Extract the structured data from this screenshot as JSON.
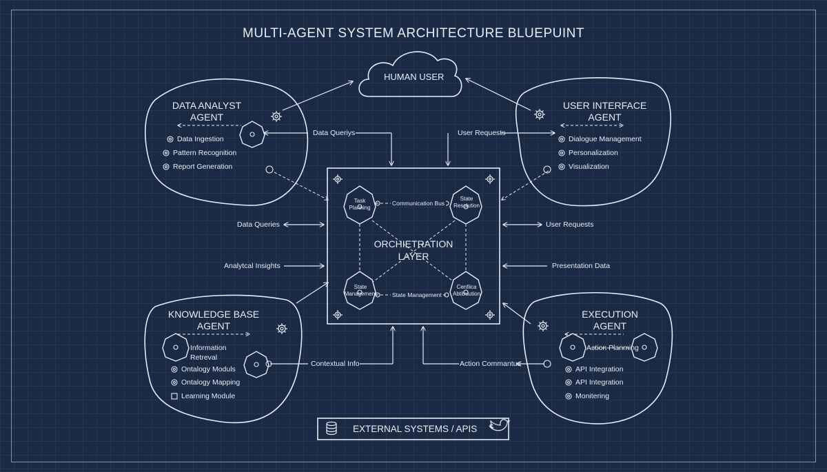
{
  "title": "MULTI-AGENT SYSTEM ARCHITECTURE BLUEPUINT",
  "human_user": "HUMAN USER",
  "orchestration": {
    "title_line1": "ORCHIETRATION",
    "title_line2": "LAYER",
    "nodes": {
      "task_planning": [
        "Task",
        "Planning"
      ],
      "state_resolution": [
        "State",
        "Resolution"
      ],
      "state_management": [
        "State",
        "Management"
      ],
      "conflict_attribution": [
        "Cenfiica",
        "Abtibuution"
      ]
    },
    "bus_top": "Communication Bus",
    "bus_bottom": "State Management"
  },
  "agents": {
    "data_analyst": {
      "title_line1": "DATA ANALYST",
      "title_line2": "AGENT",
      "items": [
        "Data Ingestion",
        "Pattern Recognition",
        "Report Generation"
      ]
    },
    "user_interface": {
      "title_line1": "USER INTERFACE",
      "title_line2": "AGENT",
      "items": [
        "Dialogue Management",
        "Personalization",
        "Visualization"
      ]
    },
    "knowledge_base": {
      "title_line1": "KNOWLEDGE BASE",
      "title_line2": "AGENT",
      "info_line1": "Information",
      "info_line2": "Retreval",
      "items": [
        "Ontalogy Moduls",
        "Ontalogy Mapping",
        "Learning Module"
      ]
    },
    "execution": {
      "title_line1": "EXECUTION",
      "title_line2": "AGENT",
      "action": "Action Planming",
      "items": [
        "API Integration",
        "API Integration",
        "Monitering"
      ]
    }
  },
  "flows": {
    "data_queries_top": "Data Queriys",
    "user_requests_top": "User Requests",
    "data_queries": "Data Queries",
    "user_requests": "User Requests",
    "analytical_insights": "Analytcal Insights",
    "presentation_data": "Presentation Data",
    "contextual_info": "Contextual Info",
    "action_commands": "Action Commantus"
  },
  "external": "EXTERNAL SYSTEMS / APIS",
  "icons": {
    "gear": "gear-icon",
    "database": "database-icon",
    "bird": "bird-icon",
    "target": "target-icon"
  },
  "colors": {
    "background": "#1b2a44",
    "line": "#e6ecf5"
  }
}
